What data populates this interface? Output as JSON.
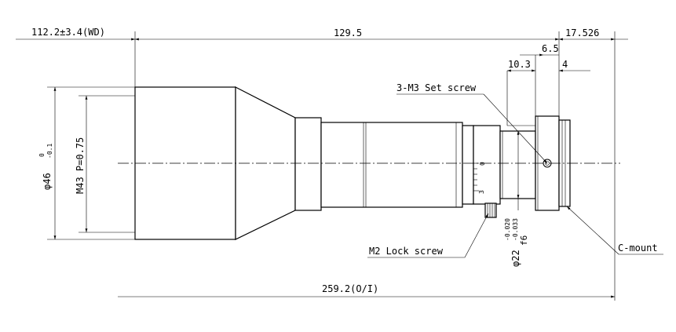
{
  "dimensions": {
    "wd": "112.2±3.4(WD)",
    "length_129": "129.5",
    "length_17": "17.526",
    "d_6_5": "6.5",
    "d_10_3": "10.3",
    "d_4": "4",
    "total": "259.2(O/I)",
    "dia46": "φ46",
    "dia46_tol_upper": "0",
    "dia46_tol_lower": "-0.1",
    "thread": "M43 P=0.75",
    "dia22": "φ22",
    "dia22_tol_upper": "-0.020",
    "dia22_tol_lower": "-0.033",
    "fit": "f6"
  },
  "callouts": {
    "set_screw": "3-M3 Set screw",
    "lock_screw": "M2 Lock screw",
    "mount": "C-mount"
  },
  "scale_marks": {
    "zero": "0",
    "three": "3"
  }
}
